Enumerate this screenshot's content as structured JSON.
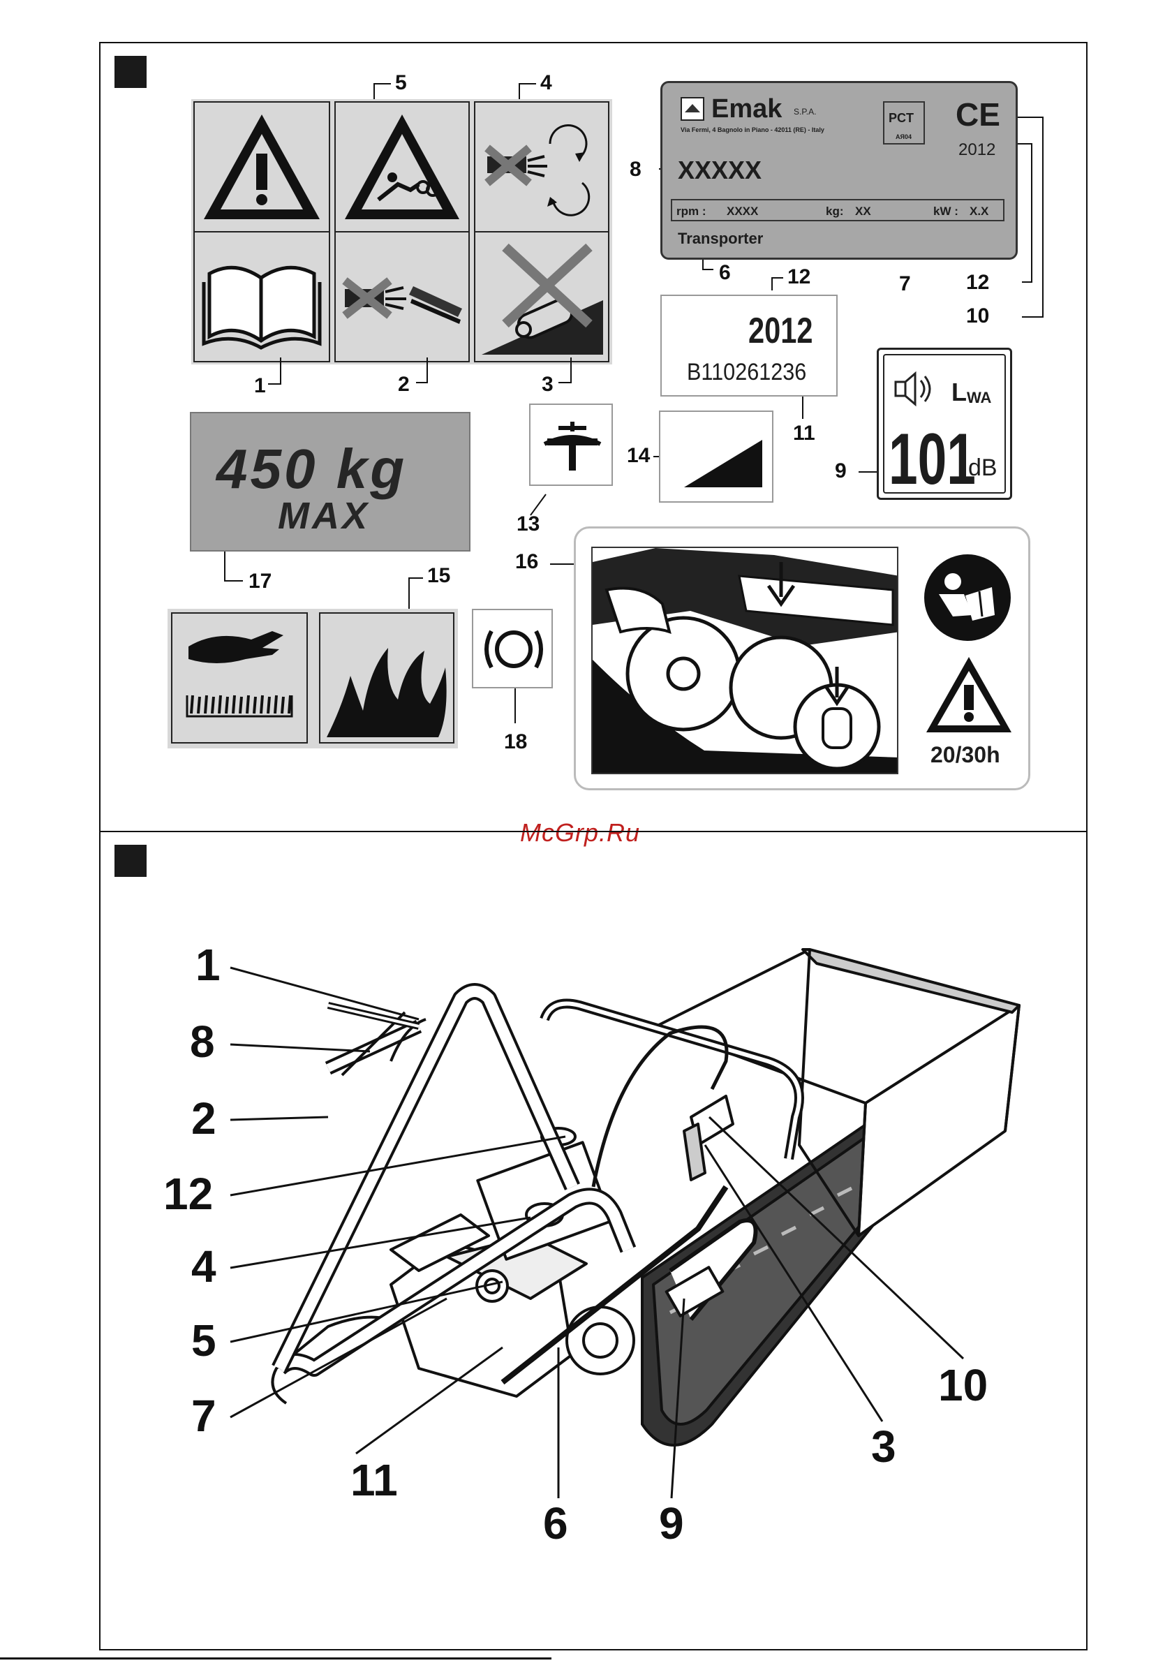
{
  "watermark": "McGrp.Ru",
  "labels_top": {
    "n1": "1",
    "n2": "2",
    "n3": "3",
    "n4": "4",
    "n5": "5",
    "n6": "6",
    "n7": "7",
    "n8": "8",
    "n9": "9",
    "n10": "10",
    "n11": "11",
    "n12a": "12",
    "n12b": "12",
    "n13": "13",
    "n14": "14",
    "n15": "15",
    "n16": "16",
    "n17": "17",
    "n18": "18"
  },
  "rating_plate": {
    "brand": "Emak",
    "brand_suffix": "S.P.A.",
    "address": "Via Fermi, 4 Bagnolo in Piano - 42011 (RE) - Italy",
    "cert_mark": "PCT",
    "cert_code": "AЯ04",
    "ce_mark": "CE",
    "year": "2012",
    "model": "XXXXX",
    "rpm_label": "rpm :",
    "rpm_value": "XXXX",
    "kg_label": "kg:",
    "kg_value": "XX",
    "kw_label": "kW :",
    "kw_value": "X.X",
    "product_name": "Transporter"
  },
  "serial_label": {
    "year": "2012",
    "serial": "B110261236"
  },
  "noise_label": {
    "lwa": "L",
    "lwa_sub": "WA",
    "value": "101",
    "unit": "dB"
  },
  "load_label": {
    "weight": "450 kg",
    "max": "MAX"
  },
  "maintenance_label": {
    "interval": "20/30h"
  },
  "labels_bottom": {
    "b1": "1",
    "b8": "8",
    "b2": "2",
    "b12": "12",
    "b4": "4",
    "b5": "5",
    "b7": "7",
    "b11": "11",
    "b6": "6",
    "b9": "9",
    "b3": "3",
    "b10": "10"
  }
}
